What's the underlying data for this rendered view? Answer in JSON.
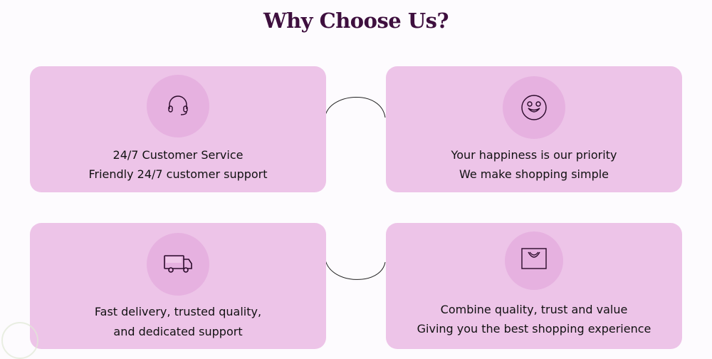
{
  "header": {
    "title": "Why Choose Us?"
  },
  "features": [
    {
      "icon": "headset-icon",
      "lines": [
        "24/7 Customer Service",
        "Friendly 24/7 customer support"
      ]
    },
    {
      "icon": "smiley-icon",
      "lines": [
        "Your happiness is our priority",
        "We make shopping simple"
      ]
    },
    {
      "icon": "truck-icon",
      "lines": [
        "Fast delivery, trusted quality,",
        "and dedicated support"
      ]
    },
    {
      "icon": "shopping-bag-icon",
      "lines": [
        "Combine quality, trust and value",
        "Giving you the best shopping experience"
      ]
    }
  ],
  "colors": {
    "card": "#edc4e8",
    "circle": "#e6b1e0",
    "title": "#3e0f3e"
  }
}
